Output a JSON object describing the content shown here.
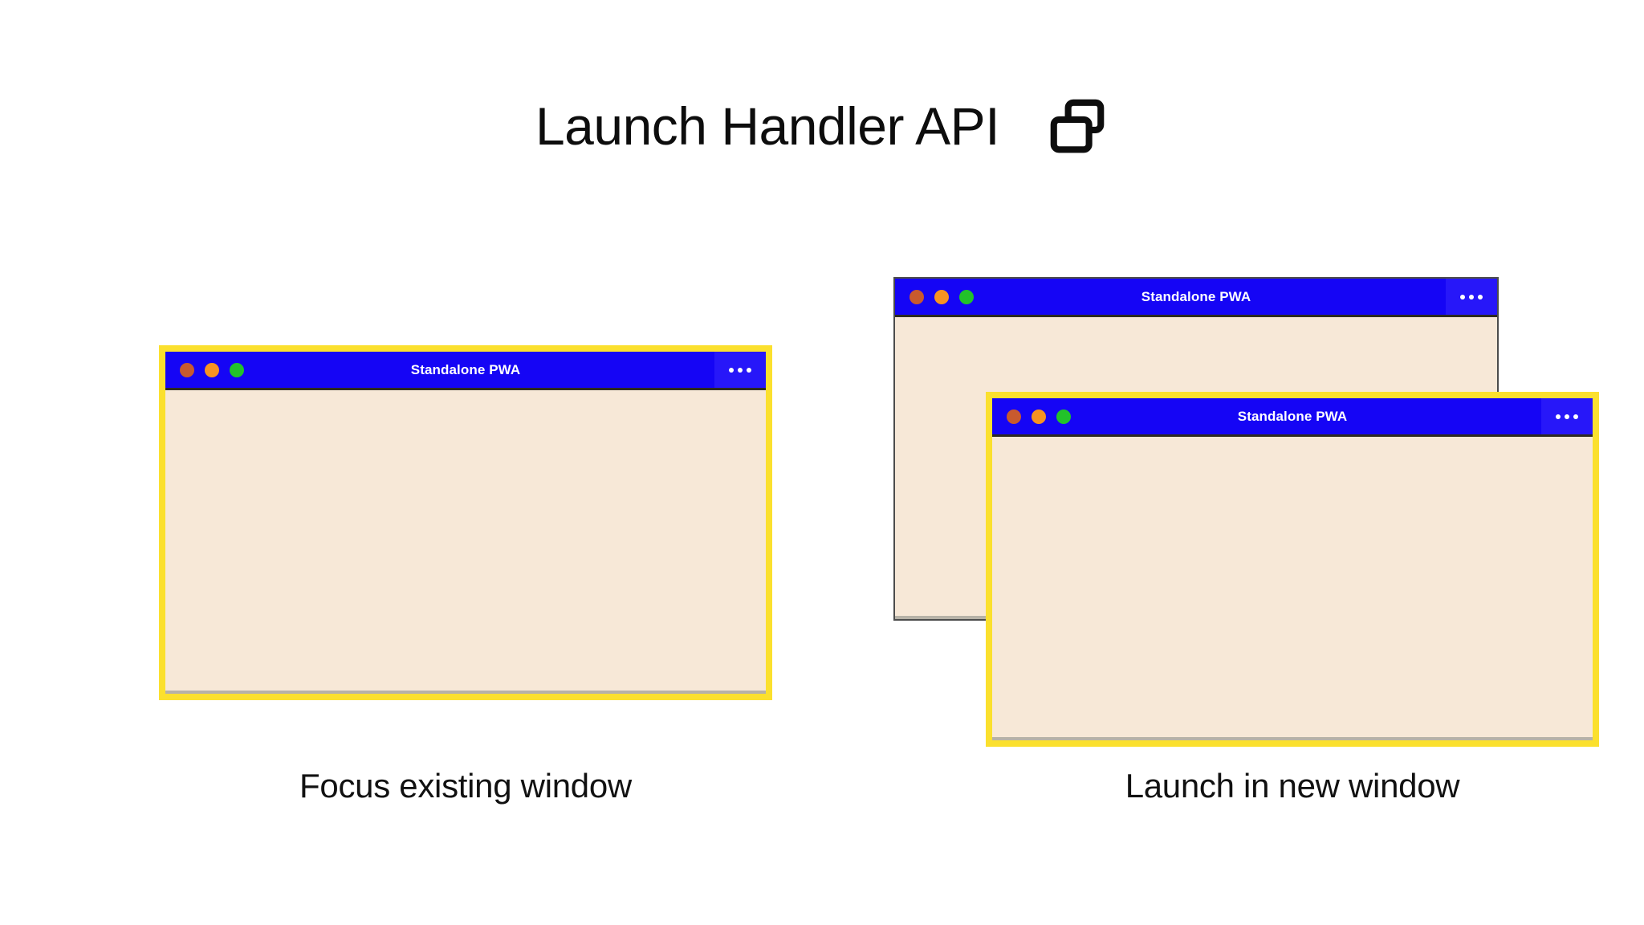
{
  "header": {
    "title": "Launch Handler API",
    "icon": "two-windows-icon"
  },
  "panels": [
    {
      "id": "focus-existing",
      "caption": "Focus existing window",
      "highlighted": true,
      "windows": [
        {
          "role": "existing-window",
          "title": "Standalone PWA",
          "highlighted": true,
          "menu_icon": "ellipsis-icon",
          "controls": [
            "close-dot",
            "minimize-dot",
            "zoom-dot"
          ]
        }
      ]
    },
    {
      "id": "launch-new",
      "caption": "Launch in new window",
      "highlighted": true,
      "windows": [
        {
          "role": "background-window",
          "title": "Standalone PWA",
          "highlighted": false,
          "menu_icon": "ellipsis-icon",
          "controls": [
            "close-dot",
            "minimize-dot",
            "zoom-dot"
          ]
        },
        {
          "role": "new-window",
          "title": "Standalone PWA",
          "highlighted": true,
          "menu_icon": "ellipsis-icon",
          "controls": [
            "close-dot",
            "minimize-dot",
            "zoom-dot"
          ]
        }
      ]
    }
  ],
  "colors": {
    "titlebar_blue": "#1505F5",
    "highlight_yellow": "#FBE02E",
    "window_body_cream": "#F7E8D7",
    "close_dot": "#C85A2E",
    "minimize_dot": "#F79321",
    "zoom_dot": "#22C22A",
    "page_background": "#FFFFFF",
    "text": "#111111"
  }
}
